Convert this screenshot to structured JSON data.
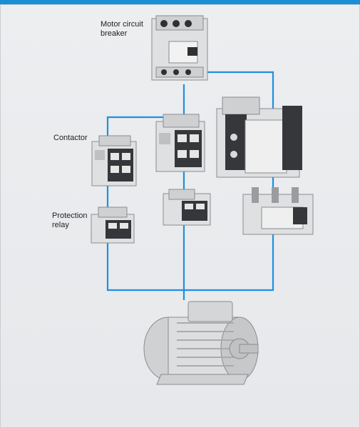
{
  "labels": {
    "motor_circuit_breaker": "Motor circuit\nbreaker",
    "contactor": "Contactor",
    "protection_relay": "Protection\nrelay"
  },
  "colors": {
    "top_bar": "#1a8fd8",
    "wire": "#1f8fe0",
    "background": "#e9ebee",
    "device_body": "#e2e3e4",
    "device_dark": "#2e3033"
  },
  "icons": [
    "circuit-breaker-icon",
    "contactor-icon",
    "thermal-relay-icon",
    "electric-motor-icon"
  ]
}
